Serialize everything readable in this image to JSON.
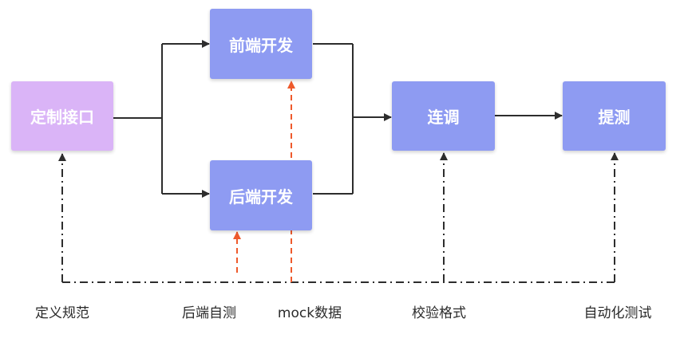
{
  "colors": {
    "spec_box": "#dab4f7",
    "dev_box": "#8e9bf2",
    "solid_line": "#2d2d2d",
    "mock_line": "#ee5a2c",
    "dash_line": "#2d2d2d"
  },
  "boxes": {
    "define_interface": "定制接口",
    "frontend_dev": "前端开发",
    "backend_dev": "后端开发",
    "integration": "连调",
    "submit_test": "提测"
  },
  "captions": {
    "define_spec": "定义规范",
    "backend_self_test": "后端自测",
    "mock_data": "mock数据",
    "validate_format": "校验格式",
    "auto_test": "自动化测试"
  }
}
